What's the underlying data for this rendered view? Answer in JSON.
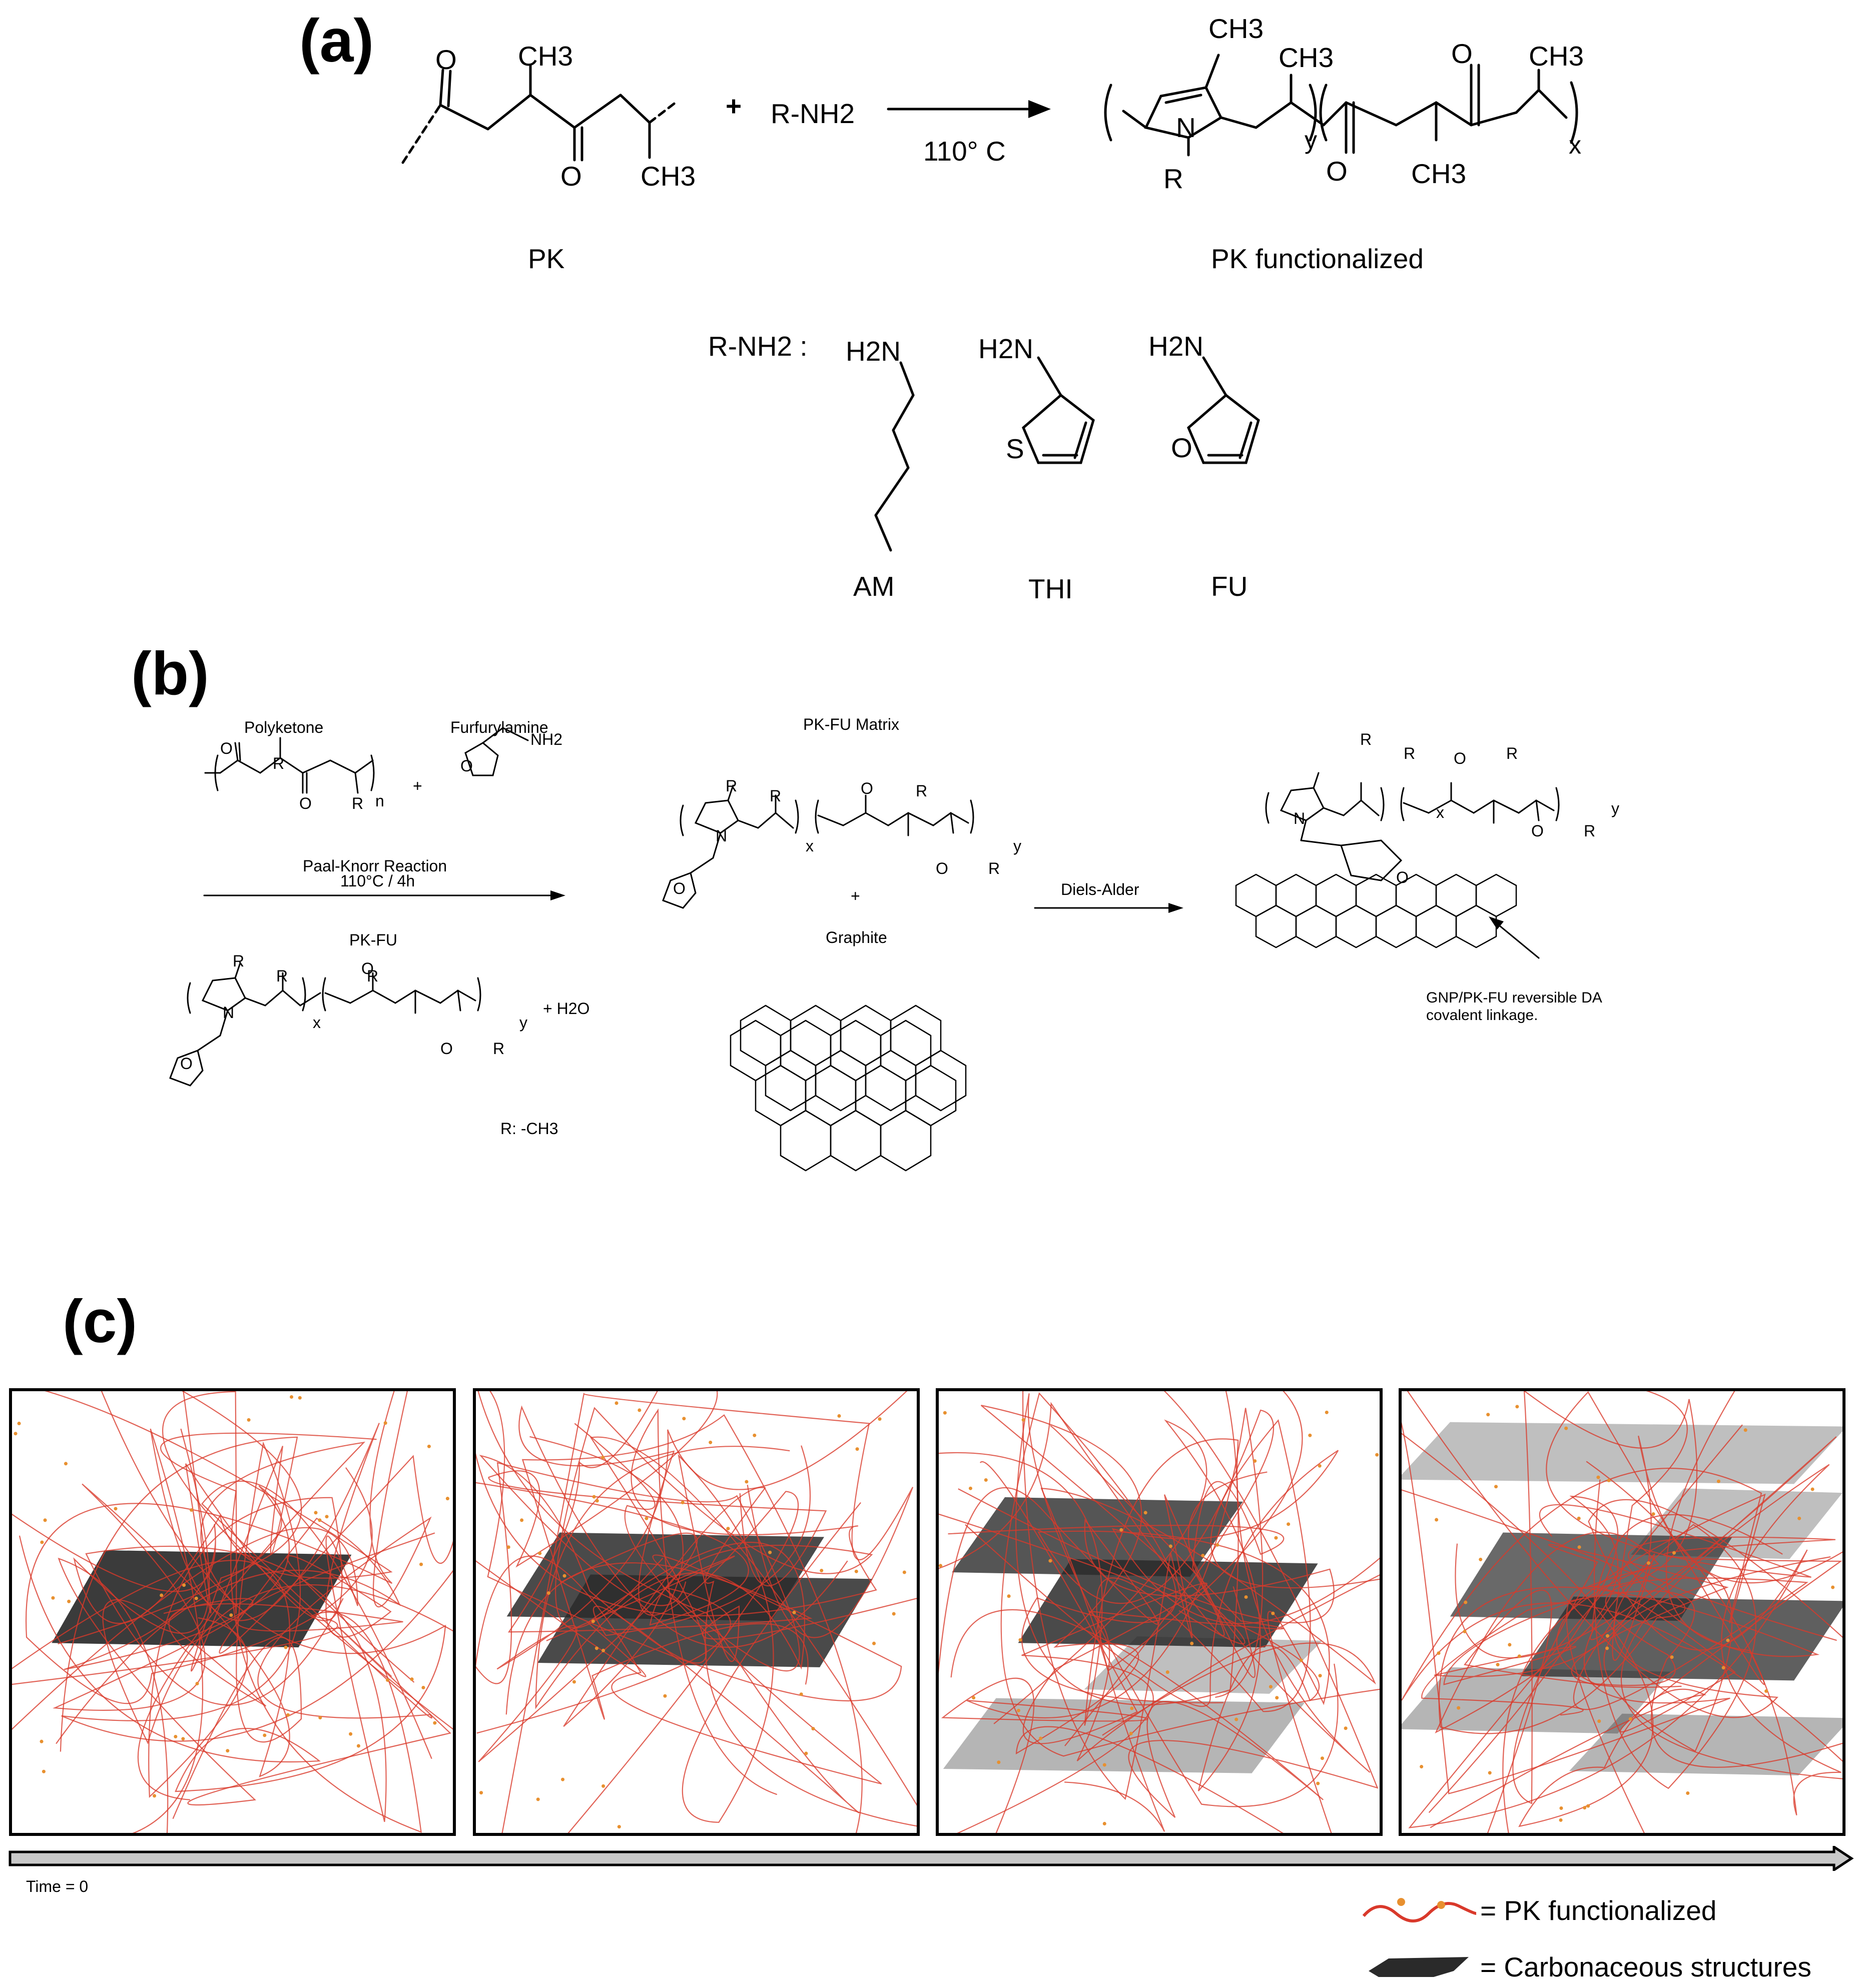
{
  "panel_a": {
    "letter": "(a)",
    "left_ketone_o": "O",
    "left_ch3_top": "CH3",
    "left_ketone_o2": "O",
    "left_ch3_bottom": "CH3",
    "plus": "+",
    "reagent": "R-NH2",
    "condition": "110° C",
    "product_ch3_ring": "CH3",
    "product_ch3_side": "CH3",
    "product_o_top": "O",
    "product_ch3_end": "CH3",
    "product_n": "N",
    "product_r": "R",
    "product_y": "y",
    "product_o_bottom": "O",
    "product_ch3_bottom": "CH3",
    "product_x": "x",
    "pk_label": "PK",
    "pk_func_label": "PK functionalized",
    "rnh2_label": "R-NH2 :",
    "am_h2n": "H2N",
    "thi_h2n": "H2N",
    "thi_s": "S",
    "fu_h2n": "H2N",
    "fu_o": "O",
    "am_label": "AM",
    "thi_label": "THI",
    "fu_label": "FU"
  },
  "panel_b": {
    "letter": "(b)",
    "polyketone": "Polyketone",
    "furfurylamine": "Furfurylamine",
    "nh2": "NH2",
    "n_sub": "n",
    "reaction_name": "Paal-Knorr Reaction",
    "reaction_cond": "110°C / 4h",
    "pkfu_label": "PK-FU",
    "h2o": "+   H2O",
    "r_def": "R: -CH3",
    "matrix_label": "PK-FU Matrix",
    "plus": "+",
    "graphite": "Graphite",
    "diels_alder": "Diels-Alder",
    "gnp_label_1": "GNP/PK-FU reversible DA",
    "gnp_label_2": "covalent linkage.",
    "atom_r": "R",
    "atom_n": "N",
    "atom_o": "O",
    "sub_x": "x",
    "sub_y": "y"
  },
  "panel_c": {
    "letter": "(c)",
    "time_label": "Time = 0",
    "legend_pk": "= PK functionalized",
    "legend_carbon": "= Carbonaceous structures",
    "frames": [
      {
        "name": "frame-1"
      },
      {
        "name": "frame-2"
      },
      {
        "name": "frame-3"
      },
      {
        "name": "frame-4"
      }
    ]
  },
  "colors": {
    "chain": "#d9392b",
    "dot": "#e8902f",
    "sheet": "#2a2a2a",
    "arrow_fill": "#c8c8c8"
  }
}
